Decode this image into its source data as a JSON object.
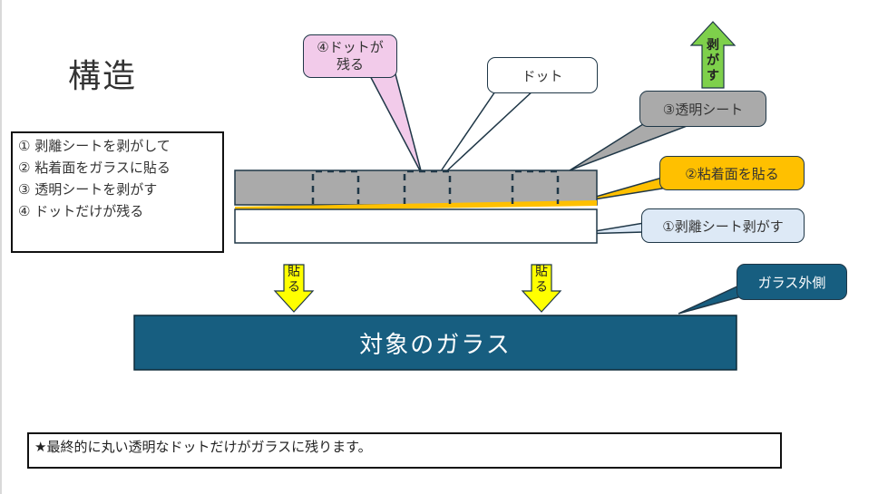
{
  "title": "構造",
  "steps": [
    "① 剥離シートを剥がして",
    "② 粘着面をガラスに貼る",
    "③ 透明シートを剥がす",
    "④ ドットだけが残る"
  ],
  "callouts": {
    "dot_remains": {
      "line1": "④ドットが",
      "line2": "残る",
      "color": "#f2cbea"
    },
    "dot": {
      "label": "ドット",
      "color": "#ffffff"
    },
    "transparent_sheet": {
      "label": "③透明シート",
      "color": "#aaaaaa"
    },
    "adhesive": {
      "label": "②粘着面を貼る",
      "color": "#ffc000"
    },
    "release_sheet": {
      "label": "①剥離シート剥がす",
      "color": "#dde9f6"
    },
    "glass_outside": {
      "label": "ガラス外側",
      "color": "#175e80"
    }
  },
  "peel_arrow": {
    "chars": [
      "剥",
      "が",
      "す"
    ],
    "color": "#7ed04b"
  },
  "stick_arrows": [
    {
      "chars": [
        "貼",
        "る"
      ],
      "color": "#ffff00"
    },
    {
      "chars": [
        "貼",
        "る"
      ],
      "color": "#ffff00"
    }
  ],
  "glass": {
    "label": "対象のガラス",
    "color": "#175e80"
  },
  "layers": {
    "transparent_sheet_color": "#aaaaaa",
    "adhesive_color": "#ffc000",
    "release_sheet_color": "#ffffff"
  },
  "summary": "★最終的に丸い透明なドットだけがガラスに残ります。"
}
